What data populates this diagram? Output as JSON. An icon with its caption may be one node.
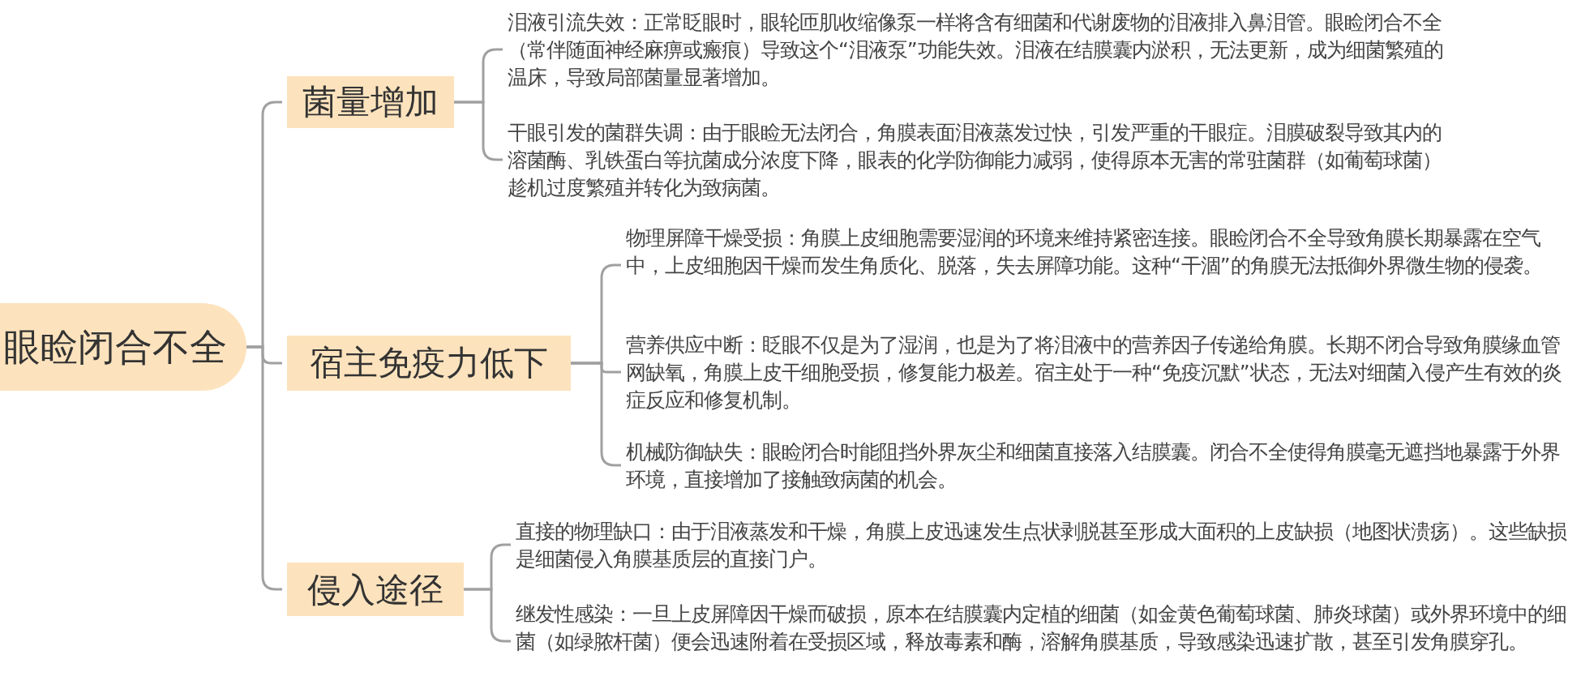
{
  "diagram": {
    "nodes": [
      {
        "text": [
          "眼睑闭合不全"
        ]
      },
      {
        "text": [
          "菌量增加"
        ]
      },
      {
        "text": [
          "宿主免疫力低下"
        ]
      },
      {
        "text": [
          "侵入途径"
        ]
      },
      {
        "text": [
          "泪液引流失效：正常眨眼时，眼轮匝肌收缩像泵一样将含有细菌和代谢废物的泪液排入鼻泪管。眼睑闭合不全（常伴随面神经麻痹或瘢痕）导致这个“泪液泵”功能失效。泪液在结膜囊内淤积，无法更新，成为细菌繁殖的温床，导致局部菌量显著增加。"
        ]
      },
      {
        "text": [
          "干眼引发的菌群失调：由于眼睑无法闭合，角膜表面泪液蒸发过快，引发严重的干眼症。泪膜破裂导致其内的溶菌酶、乳铁蛋白等抗菌成分浓度下降，眼表的化学防御能力减弱，使得原本无害的常驻菌群（如葡萄球菌）趁机过度繁殖并转化为致病菌。"
        ]
      },
      {
        "text": [
          "物理屏障干燥受损：角膜上皮细胞需要湿润的环境来维持紧密连接。眼睑闭合不全导致角膜长期暴露在空气中，上皮细胞因干燥而发生角质化、脱落，失去屏障功能。这种“干涸”的角膜无法抵御外界微生物的侵袭。"
        ]
      },
      {
        "text": [
          "营养供应中断：眨眼不仅是为了湿润，也是为了将泪液中的营养因子传递给角膜。长期不闭合导致角膜缘血管网缺氧，角膜上皮干细胞受损，修复能力极差。宿主处于一种“免疫沉默”状态，无法对细菌入侵产生有效的炎症反应和修复机制。"
        ]
      },
      {
        "text": [
          "机械防御缺失：眼睑闭合时能阻挡外界灰尘和细菌直接落入结膜囊。闭合不全使得角膜毫无遮挡地暴露于外界环境，直接增加了接触致病菌的机会。"
        ]
      },
      {
        "text": [
          "直接的物理缺口：由于泪液蒸发和干燥，角膜上皮迅速发生点状剥脱甚至形成大面积的上皮缺损（地图状溃疡）。这些缺损是细菌侵入角膜基质层的直接门户。"
        ]
      },
      {
        "text": [
          "继发性感染：一旦上皮屏障因干燥而破损，原本在结膜囊内定植的细菌（如金黄色葡萄球菌、肺炎球菌）或外界环境中的细菌（如绿脓杆菌）便会迅速附着在受损区域，释放毒素和酶，溶解角膜基质，导致感染迅速扩散，甚至引发角膜穿孔。"
        ]
      }
    ],
    "edges": [
      {
        "from": 0,
        "to": 1,
        "arrow": "none"
      },
      {
        "from": 0,
        "to": 2,
        "arrow": "none"
      },
      {
        "from": 0,
        "to": 3,
        "arrow": "none"
      },
      {
        "from": 1,
        "to": 4,
        "arrow": "none"
      },
      {
        "from": 1,
        "to": 5,
        "arrow": "none"
      },
      {
        "from": 2,
        "to": 6,
        "arrow": "none"
      },
      {
        "from": 2,
        "to": 7,
        "arrow": "none"
      },
      {
        "from": 2,
        "to": 8,
        "arrow": "none"
      },
      {
        "from": 3,
        "to": 9,
        "arrow": "none"
      },
      {
        "from": 3,
        "to": 10,
        "arrow": "none"
      }
    ]
  }
}
